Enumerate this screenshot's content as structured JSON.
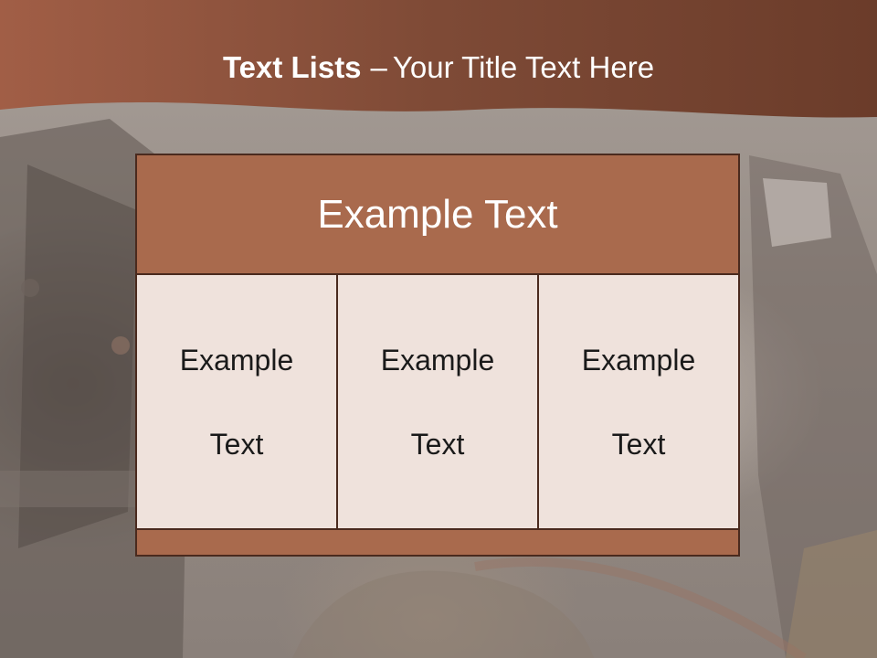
{
  "colors": {
    "header_band": "#7a4531",
    "table_head": "#a96a4d",
    "table_cell": "#efe2dc",
    "table_border": "#4a2a1e",
    "title_text": "#ffffff"
  },
  "slide": {
    "title_strong": "Text Lists",
    "title_dash": "–",
    "title_rest": "Your Title Text Here"
  },
  "table": {
    "header": "Example Text",
    "cells": [
      {
        "line1": "Example",
        "line2": "Text"
      },
      {
        "line1": "Example",
        "line2": "Text"
      },
      {
        "line1": "Example",
        "line2": "Text"
      }
    ]
  }
}
